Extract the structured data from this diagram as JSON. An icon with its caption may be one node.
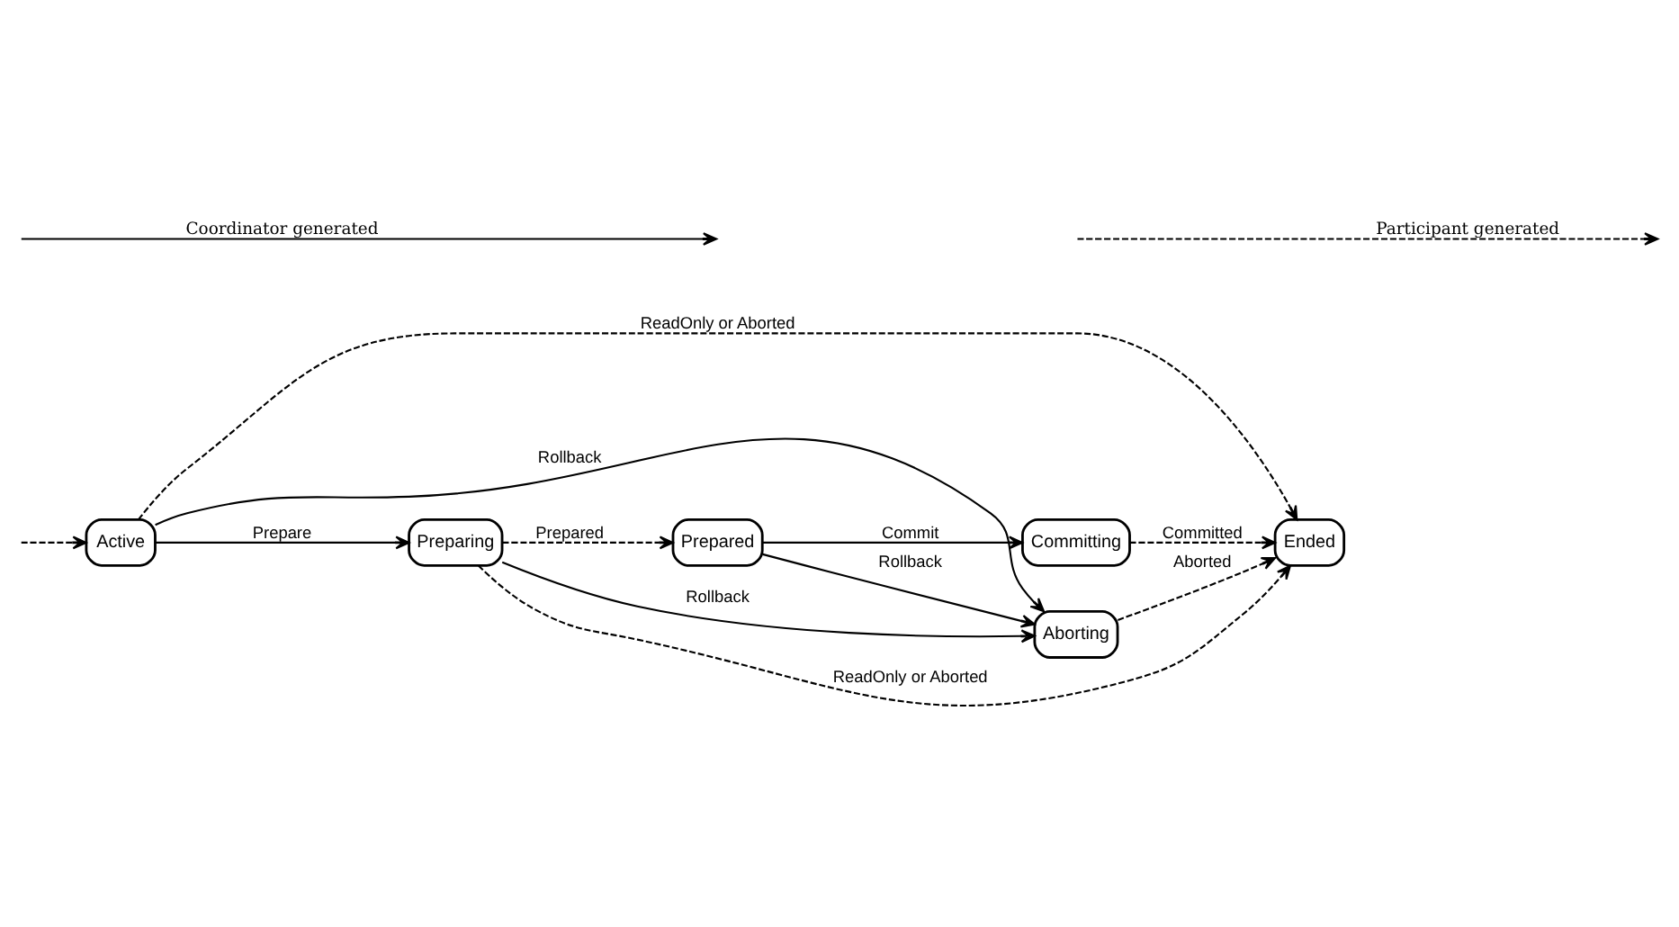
{
  "diagram": {
    "nodes": [
      {
        "text": [
          "Active"
        ]
      },
      {
        "text": [
          "Preparing"
        ]
      },
      {
        "text": [
          "Prepared"
        ]
      },
      {
        "text": [
          "Committing"
        ]
      },
      {
        "text": [
          "Ended"
        ]
      },
      {
        "text": [
          "Aborting"
        ]
      }
    ],
    "edges": [
      {
        "from": null,
        "to": 0,
        "arrow": "to",
        "style": "dashed"
      },
      {
        "from": 0,
        "to": 1,
        "arrow": "to",
        "label": "Prepare"
      },
      {
        "from": 1,
        "to": 2,
        "arrow": "to",
        "label": "Prepared",
        "style": "dashed"
      },
      {
        "from": 2,
        "to": 3,
        "arrow": "to",
        "label": "Commit"
      },
      {
        "from": 3,
        "to": 4,
        "arrow": "to",
        "label": "Committed",
        "style": "dashed"
      },
      {
        "from": 0,
        "to": 5,
        "arrow": "to",
        "label": "Rollback"
      },
      {
        "from": 1,
        "to": 5,
        "arrow": "to",
        "label": "Rollback"
      },
      {
        "from": 2,
        "to": 5,
        "arrow": "to",
        "label": "Rollback"
      },
      {
        "from": 5,
        "to": 4,
        "arrow": "to",
        "label": "Aborted",
        "style": "dashed"
      },
      {
        "from": 1,
        "to": 4,
        "arrow": "to",
        "label": "ReadOnly or Aborted",
        "style": "dashed"
      },
      {
        "from": 0,
        "to": 4,
        "arrow": "to",
        "label": "ReadOnly or Aborted",
        "style": "dashed"
      }
    ],
    "legend": [
      {
        "text": "Coordinator generated"
      },
      {
        "text": "Participant generated"
      }
    ]
  }
}
